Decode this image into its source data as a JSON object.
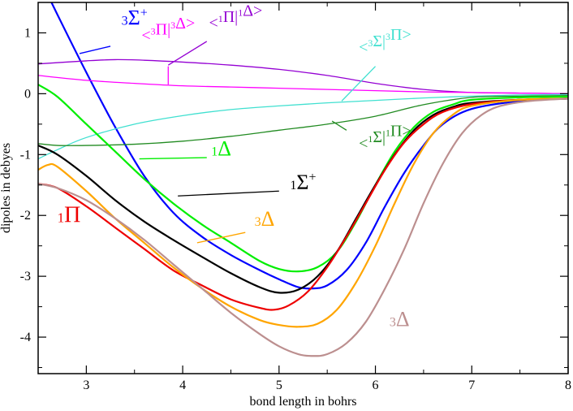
{
  "chart_data": {
    "type": "line",
    "xlabel": "bond length in bohrs",
    "ylabel": "dipoles in debyes",
    "xlim": [
      2.5,
      8
    ],
    "ylim": [
      -4.6,
      1.5
    ],
    "x_ticks": [
      "3",
      "4",
      "5",
      "6",
      "7",
      "8"
    ],
    "y_ticks": [
      "1",
      "0",
      "-1",
      "-2",
      "-3",
      "-4"
    ],
    "grid": false,
    "series": [
      {
        "name": "3Σ+",
        "color": "#0000ff",
        "points": [
          [
            2.5,
            1.95
          ],
          [
            2.7,
            1.3
          ],
          [
            3.0,
            0.35
          ],
          [
            3.3,
            -0.55
          ],
          [
            3.6,
            -1.35
          ],
          [
            3.9,
            -1.95
          ],
          [
            4.2,
            -2.35
          ],
          [
            4.5,
            -2.65
          ],
          [
            4.8,
            -2.9
          ],
          [
            5.0,
            -3.05
          ],
          [
            5.2,
            -3.18
          ],
          [
            5.35,
            -3.2
          ],
          [
            5.5,
            -3.15
          ],
          [
            5.7,
            -2.9
          ],
          [
            5.9,
            -2.45
          ],
          [
            6.1,
            -1.85
          ],
          [
            6.3,
            -1.3
          ],
          [
            6.5,
            -0.85
          ],
          [
            6.7,
            -0.5
          ],
          [
            7.0,
            -0.25
          ],
          [
            7.5,
            -0.12
          ],
          [
            8.0,
            -0.08
          ]
        ]
      },
      {
        "name": "<1Π|1Δ>",
        "color": "#9400d3",
        "points": [
          [
            2.5,
            0.49
          ],
          [
            3.0,
            0.54
          ],
          [
            3.3,
            0.56
          ],
          [
            3.6,
            0.55
          ],
          [
            4.0,
            0.52
          ],
          [
            4.5,
            0.47
          ],
          [
            5.0,
            0.4
          ],
          [
            5.5,
            0.3
          ],
          [
            6.0,
            0.17
          ],
          [
            6.5,
            0.07
          ],
          [
            7.0,
            0.02
          ],
          [
            7.5,
            0.01
          ],
          [
            8.0,
            0.0
          ]
        ]
      },
      {
        "name": "<3Π|3Δ>",
        "color": "#ff00ff",
        "points": [
          [
            2.5,
            0.3
          ],
          [
            3.0,
            0.22
          ],
          [
            3.5,
            0.17
          ],
          [
            4.0,
            0.13
          ],
          [
            4.5,
            0.11
          ],
          [
            5.0,
            0.09
          ],
          [
            5.5,
            0.07
          ],
          [
            6.0,
            0.05
          ],
          [
            6.5,
            0.03
          ],
          [
            7.0,
            0.02
          ],
          [
            7.5,
            0.01
          ],
          [
            8.0,
            0.0
          ]
        ]
      },
      {
        "name": "<3Σ|3Π>",
        "color": "#40e0d0",
        "points": [
          [
            2.5,
            -1.07
          ],
          [
            2.7,
            -0.92
          ],
          [
            3.0,
            -0.72
          ],
          [
            3.5,
            -0.5
          ],
          [
            4.0,
            -0.36
          ],
          [
            4.5,
            -0.26
          ],
          [
            5.0,
            -0.2
          ],
          [
            5.5,
            -0.15
          ],
          [
            6.0,
            -0.11
          ],
          [
            6.5,
            -0.07
          ],
          [
            7.0,
            -0.04
          ],
          [
            7.5,
            -0.02
          ],
          [
            8.0,
            -0.01
          ]
        ]
      },
      {
        "name": "<1Σ|1Π>",
        "color": "#228b22",
        "points": [
          [
            2.5,
            -0.82
          ],
          [
            2.7,
            -0.85
          ],
          [
            3.0,
            -0.85
          ],
          [
            3.5,
            -0.83
          ],
          [
            4.0,
            -0.78
          ],
          [
            4.5,
            -0.7
          ],
          [
            5.0,
            -0.6
          ],
          [
            5.5,
            -0.5
          ],
          [
            6.0,
            -0.37
          ],
          [
            6.5,
            -0.18
          ],
          [
            7.0,
            -0.06
          ],
          [
            7.5,
            -0.04
          ],
          [
            8.0,
            -0.03
          ]
        ]
      },
      {
        "name": "1Δ",
        "color": "#00ee00",
        "points": [
          [
            2.5,
            0.15
          ],
          [
            2.7,
            -0.05
          ],
          [
            3.0,
            -0.5
          ],
          [
            3.3,
            -0.95
          ],
          [
            3.6,
            -1.4
          ],
          [
            3.9,
            -1.8
          ],
          [
            4.2,
            -2.15
          ],
          [
            4.5,
            -2.45
          ],
          [
            4.8,
            -2.75
          ],
          [
            5.0,
            -2.88
          ],
          [
            5.2,
            -2.92
          ],
          [
            5.4,
            -2.85
          ],
          [
            5.6,
            -2.6
          ],
          [
            5.8,
            -2.1
          ],
          [
            6.0,
            -1.5
          ],
          [
            6.2,
            -0.95
          ],
          [
            6.4,
            -0.55
          ],
          [
            6.6,
            -0.3
          ],
          [
            6.8,
            -0.18
          ],
          [
            7.0,
            -0.1
          ],
          [
            7.5,
            -0.06
          ],
          [
            8.0,
            -0.05
          ]
        ]
      },
      {
        "name": "1Σ+",
        "color": "#000000",
        "points": [
          [
            2.5,
            -0.85
          ],
          [
            2.7,
            -1.0
          ],
          [
            3.0,
            -1.35
          ],
          [
            3.3,
            -1.75
          ],
          [
            3.6,
            -2.1
          ],
          [
            3.9,
            -2.4
          ],
          [
            4.2,
            -2.68
          ],
          [
            4.5,
            -2.95
          ],
          [
            4.8,
            -3.18
          ],
          [
            5.0,
            -3.27
          ],
          [
            5.2,
            -3.22
          ],
          [
            5.4,
            -3.0
          ],
          [
            5.6,
            -2.6
          ],
          [
            5.8,
            -2.05
          ],
          [
            6.0,
            -1.5
          ],
          [
            6.2,
            -1.0
          ],
          [
            6.4,
            -0.6
          ],
          [
            6.6,
            -0.35
          ],
          [
            6.8,
            -0.22
          ],
          [
            7.0,
            -0.15
          ],
          [
            7.5,
            -0.1
          ],
          [
            8.0,
            -0.08
          ]
        ]
      },
      {
        "name": "1Π",
        "color": "#ee0000",
        "points": [
          [
            2.5,
            -1.48
          ],
          [
            2.7,
            -1.55
          ],
          [
            3.0,
            -1.85
          ],
          [
            3.3,
            -2.2
          ],
          [
            3.6,
            -2.55
          ],
          [
            3.9,
            -2.9
          ],
          [
            4.2,
            -3.15
          ],
          [
            4.5,
            -3.38
          ],
          [
            4.8,
            -3.52
          ],
          [
            4.95,
            -3.55
          ],
          [
            5.1,
            -3.48
          ],
          [
            5.3,
            -3.25
          ],
          [
            5.5,
            -2.85
          ],
          [
            5.7,
            -2.35
          ],
          [
            5.9,
            -1.8
          ],
          [
            6.1,
            -1.25
          ],
          [
            6.3,
            -0.8
          ],
          [
            6.5,
            -0.5
          ],
          [
            6.7,
            -0.3
          ],
          [
            7.0,
            -0.17
          ],
          [
            7.5,
            -0.1
          ],
          [
            8.0,
            -0.08
          ]
        ]
      },
      {
        "name": "3Δ",
        "color": "#ffa500",
        "points": [
          [
            2.5,
            -1.25
          ],
          [
            2.6,
            -1.17
          ],
          [
            2.7,
            -1.2
          ],
          [
            3.0,
            -1.6
          ],
          [
            3.3,
            -2.05
          ],
          [
            3.6,
            -2.45
          ],
          [
            3.9,
            -2.85
          ],
          [
            4.2,
            -3.2
          ],
          [
            4.5,
            -3.5
          ],
          [
            4.8,
            -3.72
          ],
          [
            5.0,
            -3.8
          ],
          [
            5.2,
            -3.83
          ],
          [
            5.4,
            -3.78
          ],
          [
            5.6,
            -3.55
          ],
          [
            5.8,
            -3.1
          ],
          [
            6.0,
            -2.5
          ],
          [
            6.2,
            -1.8
          ],
          [
            6.4,
            -1.15
          ],
          [
            6.6,
            -0.65
          ],
          [
            6.8,
            -0.35
          ],
          [
            7.0,
            -0.2
          ],
          [
            7.5,
            -0.1
          ],
          [
            8.0,
            -0.08
          ]
        ]
      },
      {
        "name": "3Δ",
        "color": "#bc8f8f",
        "points": [
          [
            2.5,
            -1.48
          ],
          [
            2.7,
            -1.55
          ],
          [
            3.0,
            -1.75
          ],
          [
            3.3,
            -2.05
          ],
          [
            3.6,
            -2.4
          ],
          [
            3.9,
            -2.8
          ],
          [
            4.2,
            -3.2
          ],
          [
            4.5,
            -3.6
          ],
          [
            4.8,
            -3.95
          ],
          [
            5.0,
            -4.15
          ],
          [
            5.2,
            -4.28
          ],
          [
            5.35,
            -4.31
          ],
          [
            5.5,
            -4.28
          ],
          [
            5.7,
            -4.1
          ],
          [
            5.9,
            -3.75
          ],
          [
            6.1,
            -3.2
          ],
          [
            6.3,
            -2.55
          ],
          [
            6.5,
            -1.8
          ],
          [
            6.7,
            -1.15
          ],
          [
            6.9,
            -0.65
          ],
          [
            7.1,
            -0.35
          ],
          [
            7.3,
            -0.2
          ],
          [
            7.6,
            -0.12
          ],
          [
            8.0,
            -0.08
          ]
        ]
      }
    ],
    "annotations": [
      {
        "id": "ann-3sigma-plus",
        "color": "#0000ff",
        "main": "Σ",
        "sup_pre": "3",
        "sup_post": "+",
        "size": 26,
        "at": [
          3.5,
          1.0
        ],
        "line_to": [
          3.25,
          0.78
        ],
        "line_from": [
          2.93,
          0.66
        ]
      },
      {
        "id": "ann-3pi-3delta",
        "color": "#ff00ff",
        "main": "<Π|Δ>",
        "sup_pre": "3",
        "mid_sup": "3",
        "text_parts": [
          "<",
          "3",
          "Π|",
          "3",
          "Δ>"
        ],
        "size": 20,
        "at": [
          3.85,
          0.87
        ],
        "line_to": [
          3.85,
          0.45
        ],
        "line_from": [
          3.85,
          0.15
        ]
      },
      {
        "id": "ann-1pi-1delta",
        "color": "#9400d3",
        "text_parts": [
          "<",
          "1",
          "Π|",
          "1",
          "Δ>"
        ],
        "size": 20,
        "at": [
          4.55,
          1.08
        ],
        "line_to": [
          4.25,
          0.86
        ],
        "line_from": [
          3.85,
          0.47
        ]
      },
      {
        "id": "ann-3sigma-3pi",
        "color": "#40e0d0",
        "text_parts": [
          "<",
          "3",
          "Σ|",
          "3",
          "Π>"
        ],
        "size": 20,
        "at": [
          6.1,
          0.68
        ],
        "line_to": [
          6.0,
          0.45
        ],
        "line_from": [
          5.65,
          -0.12
        ]
      },
      {
        "id": "ann-1sigma-1pi",
        "color": "#228b22",
        "text_parts": [
          "<",
          "1",
          "Σ|",
          "1",
          "Π>"
        ],
        "size": 20,
        "at": [
          6.1,
          -0.9
        ],
        "line_to": [
          5.7,
          -0.6
        ],
        "line_from": [
          5.55,
          -0.45
        ]
      },
      {
        "id": "ann-1delta",
        "color": "#00ee00",
        "text_parts": [
          "",
          "1",
          "Δ",
          "",
          ""
        ],
        "size": 26,
        "at": [
          4.4,
          -1.15
        ],
        "line_to": [
          4.25,
          -1.05
        ],
        "line_from": [
          3.55,
          -1.07
        ]
      },
      {
        "id": "ann-1sigma-plus",
        "color": "#000000",
        "text_parts": [
          "",
          "1",
          "Σ",
          "+",
          ""
        ],
        "size": 26,
        "at": [
          5.25,
          -1.7
        ],
        "line_to": [
          5.0,
          -1.6
        ],
        "line_from": [
          3.95,
          -1.68
        ]
      },
      {
        "id": "ann-1pi",
        "color": "#ee0000",
        "text_parts": [
          "",
          "1",
          "Π",
          "",
          ""
        ],
        "size": 28,
        "at": [
          2.82,
          -2.25
        ],
        "line_to": null,
        "line_from": null
      },
      {
        "id": "ann-3delta-orange",
        "color": "#ffa500",
        "text_parts": [
          "",
          "3",
          "Δ",
          "",
          ""
        ],
        "size": 26,
        "at": [
          4.85,
          -2.3
        ],
        "line_to": [
          4.65,
          -2.28
        ],
        "line_from": [
          4.15,
          -2.45
        ]
      },
      {
        "id": "ann-3delta-brown",
        "color": "#bc8f8f",
        "text_parts": [
          "",
          "3",
          "Δ",
          "",
          ""
        ],
        "size": 26,
        "at": [
          6.25,
          -3.95
        ],
        "line_to": null,
        "line_from": null
      }
    ]
  }
}
